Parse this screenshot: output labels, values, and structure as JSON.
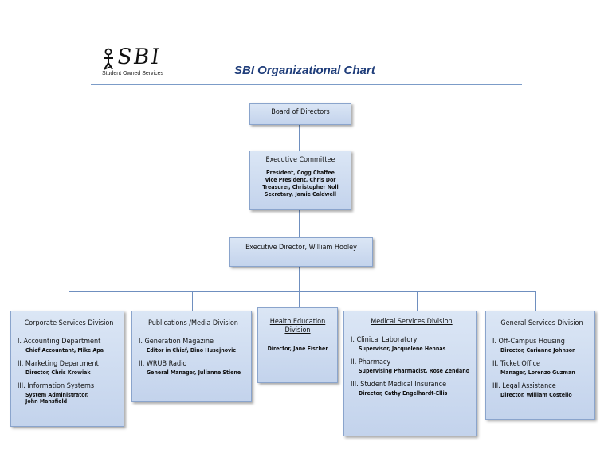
{
  "logo": {
    "name": "SBI",
    "tagline": "Student Owned Services"
  },
  "title": "SBI Organizational Chart",
  "board": "Board of Directors",
  "executive_committee": {
    "title": "Executive Committee",
    "members": [
      "President, Cogg Chaffee",
      "Vice President, Chris Dor",
      "Treasurer, Christopher Noll",
      "Secretary, Jamie Caldwell"
    ]
  },
  "executive_director": "Executive Director, William Hooley",
  "divisions": [
    {
      "title": "Corporate Services Division",
      "departments": [
        {
          "name": "I. Accounting Department",
          "person": "Chief Accountant, Mike Apa"
        },
        {
          "name": "II. Marketing Department",
          "person": "Director, Chris Krowiak"
        },
        {
          "name": "III. Information Systems",
          "person": "System Administrator,",
          "person2": "John Mansfield"
        }
      ]
    },
    {
      "title": "Publications /Media Division",
      "departments": [
        {
          "name": "I. Generation Magazine",
          "person": "Editor in Chief, Dino Husejnovic"
        },
        {
          "name": "II. WRUB Radio",
          "person": "General Manager, Julianne Stiene"
        }
      ]
    },
    {
      "title": "Health Education Division",
      "person": "Director, Jane Fischer"
    },
    {
      "title": "Medical Services Division",
      "departments": [
        {
          "name": "I. Clinical Laboratory",
          "person": "Supervisor, Jacquelene Hennas"
        },
        {
          "name": "II. Pharmacy",
          "person": "Supervising Pharmacist, Rose Zendano"
        },
        {
          "name": "III. Student Medical Insurance",
          "person": "Director, Cathy Engelhardt-Ellis"
        }
      ]
    },
    {
      "title": "General Services Division",
      "departments": [
        {
          "name": "I. Off-Campus Housing",
          "person": "Director, Carianne Johnson"
        },
        {
          "name": "II. Ticket Office",
          "person": "Manager, Lorenzo Guzman"
        },
        {
          "name": "III. Legal Assistance",
          "person": "Director, William Costello"
        }
      ]
    }
  ]
}
